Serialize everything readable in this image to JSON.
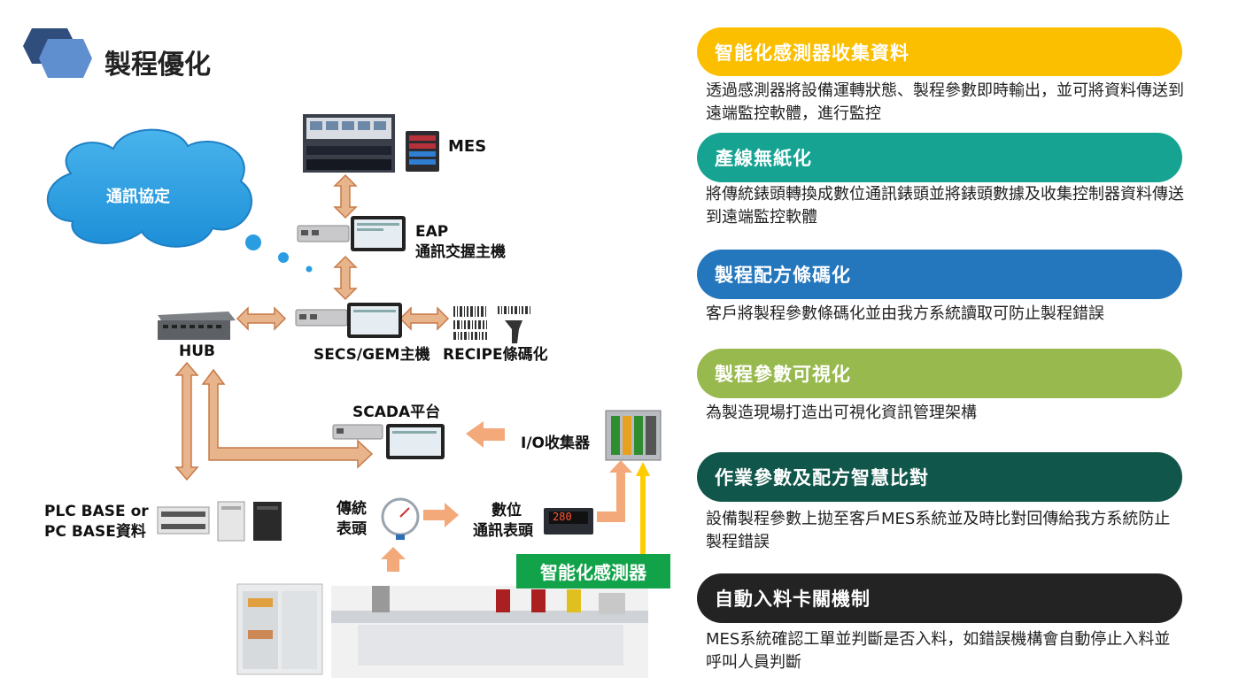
{
  "page": {
    "title": "製程優化"
  },
  "diagram": {
    "cloud_label": "通訊協定",
    "mes_label": "MES",
    "eap_label": "EAP",
    "eap_sub_label": "通訊交握主機",
    "hub_label": "HUB",
    "secs_label": "SECS/GEM主機",
    "recipe_label": "RECIPE條碼化",
    "scada_label": "SCADA平台",
    "io_label": "I/O收集器",
    "plc_line1": "PLC BASE or",
    "plc_line2": "PC BASE資料",
    "traditional_line1": "傳統",
    "traditional_line2": "表頭",
    "digital_line1": "數位",
    "digital_line2": "通訊表頭",
    "sensor_label": "智能化感測器",
    "gauge_value": "280"
  },
  "features": [
    {
      "title": "智能化感測器收集資料",
      "color": "#fbbf00",
      "desc": "透過感測器將設備運轉狀態、製程參數即時輸出，並可將資料傳送到遠端監控軟體，進行監控"
    },
    {
      "title": "產線無紙化",
      "color": "#16a392",
      "desc": "將傳統錶頭轉換成數位通訊錶頭並將錶頭數據及收集控制器資料傳送到遠端監控軟體"
    },
    {
      "title": "製程配方條碼化",
      "color": "#2476bd",
      "desc": "客戶將製程參數條碼化並由我方系統讀取可防止製程錯誤"
    },
    {
      "title": "製程參數可視化",
      "color": "#98b94d",
      "desc": "為製造現場打造出可視化資訊管理架構"
    },
    {
      "title": "作業參數及配方智慧比對",
      "color": "#11564a",
      "desc": "設備製程參數上拋至客戶MES系統並及時比對回傳給我方系統防止製程錯誤"
    },
    {
      "title": "自動入料卡關機制",
      "color": "#232323",
      "desc": "MES系統確認工單並判斷是否入料，如錯誤機構會自動停止入料並呼叫人員判斷"
    }
  ]
}
